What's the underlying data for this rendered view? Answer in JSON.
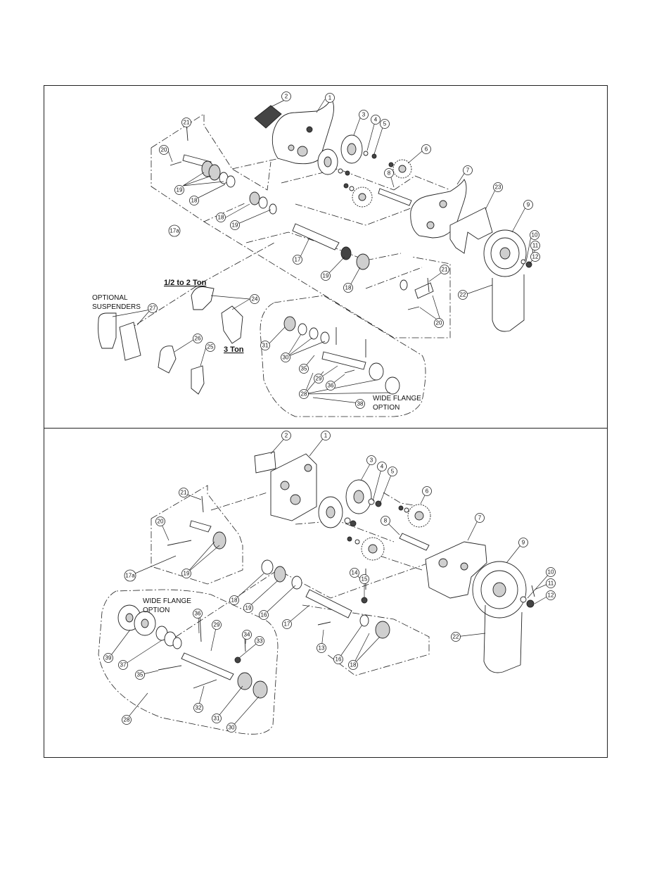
{
  "panels": [
    {
      "name": "top",
      "text_labels": {
        "size_small": "1/2 to 2 Ton",
        "size_large": "3 Ton",
        "optional_1": "OPTIONAL",
        "optional_2": "SUSPENDERS",
        "wide_1": "WIDE FLANGE",
        "wide_2": "OPTION"
      },
      "callouts": [
        "2",
        "1",
        "3",
        "4",
        "5",
        "6",
        "8",
        "7",
        "23",
        "9",
        "10",
        "11",
        "12",
        "21",
        "20",
        "19",
        "18",
        "18",
        "19",
        "17a",
        "17",
        "19",
        "18",
        "21",
        "20",
        "22",
        "27",
        "24",
        "26",
        "25",
        "31",
        "30",
        "35",
        "29",
        "36",
        "28",
        "38"
      ]
    },
    {
      "name": "bottom",
      "text_labels": {
        "wide_1": "WIDE FLANGE",
        "wide_2": "OPTION"
      },
      "callouts": [
        "2",
        "1",
        "3",
        "4",
        "5",
        "6",
        "8",
        "7",
        "9",
        "10",
        "11",
        "12",
        "21",
        "20",
        "19",
        "17a",
        "18",
        "19",
        "16",
        "17",
        "14",
        "15",
        "13",
        "16",
        "18",
        "22",
        "36",
        "29",
        "34",
        "33",
        "39",
        "37",
        "35",
        "32",
        "31",
        "30",
        "28"
      ]
    }
  ]
}
